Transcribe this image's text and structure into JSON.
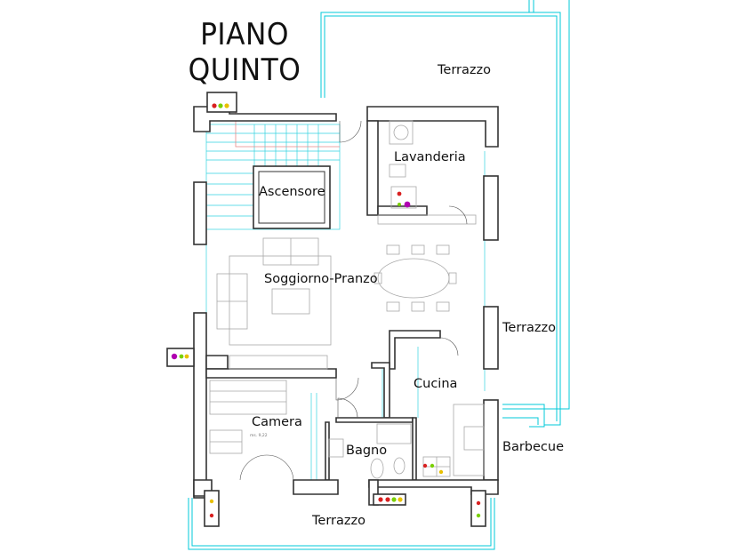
{
  "title": {
    "line1": "PIANO",
    "line2": "QUINTO"
  },
  "rooms": {
    "terrace_top": "Terrazzo",
    "laundry": "Lavanderia",
    "elevator": "Ascensore",
    "living_dining": "Soggiorno-Pranzo",
    "terrace_right": "Terrazzo",
    "kitchen": "Cucina",
    "bedroom": "Camera",
    "bathroom": "Bagno",
    "barbecue": "Barbecue",
    "terrace_bottom": "Terrazzo"
  },
  "notes": {
    "bedroom_height": "ms. 9,22"
  },
  "colors": {
    "wall": "#333333",
    "outline": "#00c8d8",
    "furniture": "#a8a8a8",
    "rail": "#e88888",
    "outlet_green": "#7ad000",
    "outlet_red": "#d82020",
    "outlet_yellow": "#e8c000",
    "outlet_magenta": "#b000b0"
  }
}
